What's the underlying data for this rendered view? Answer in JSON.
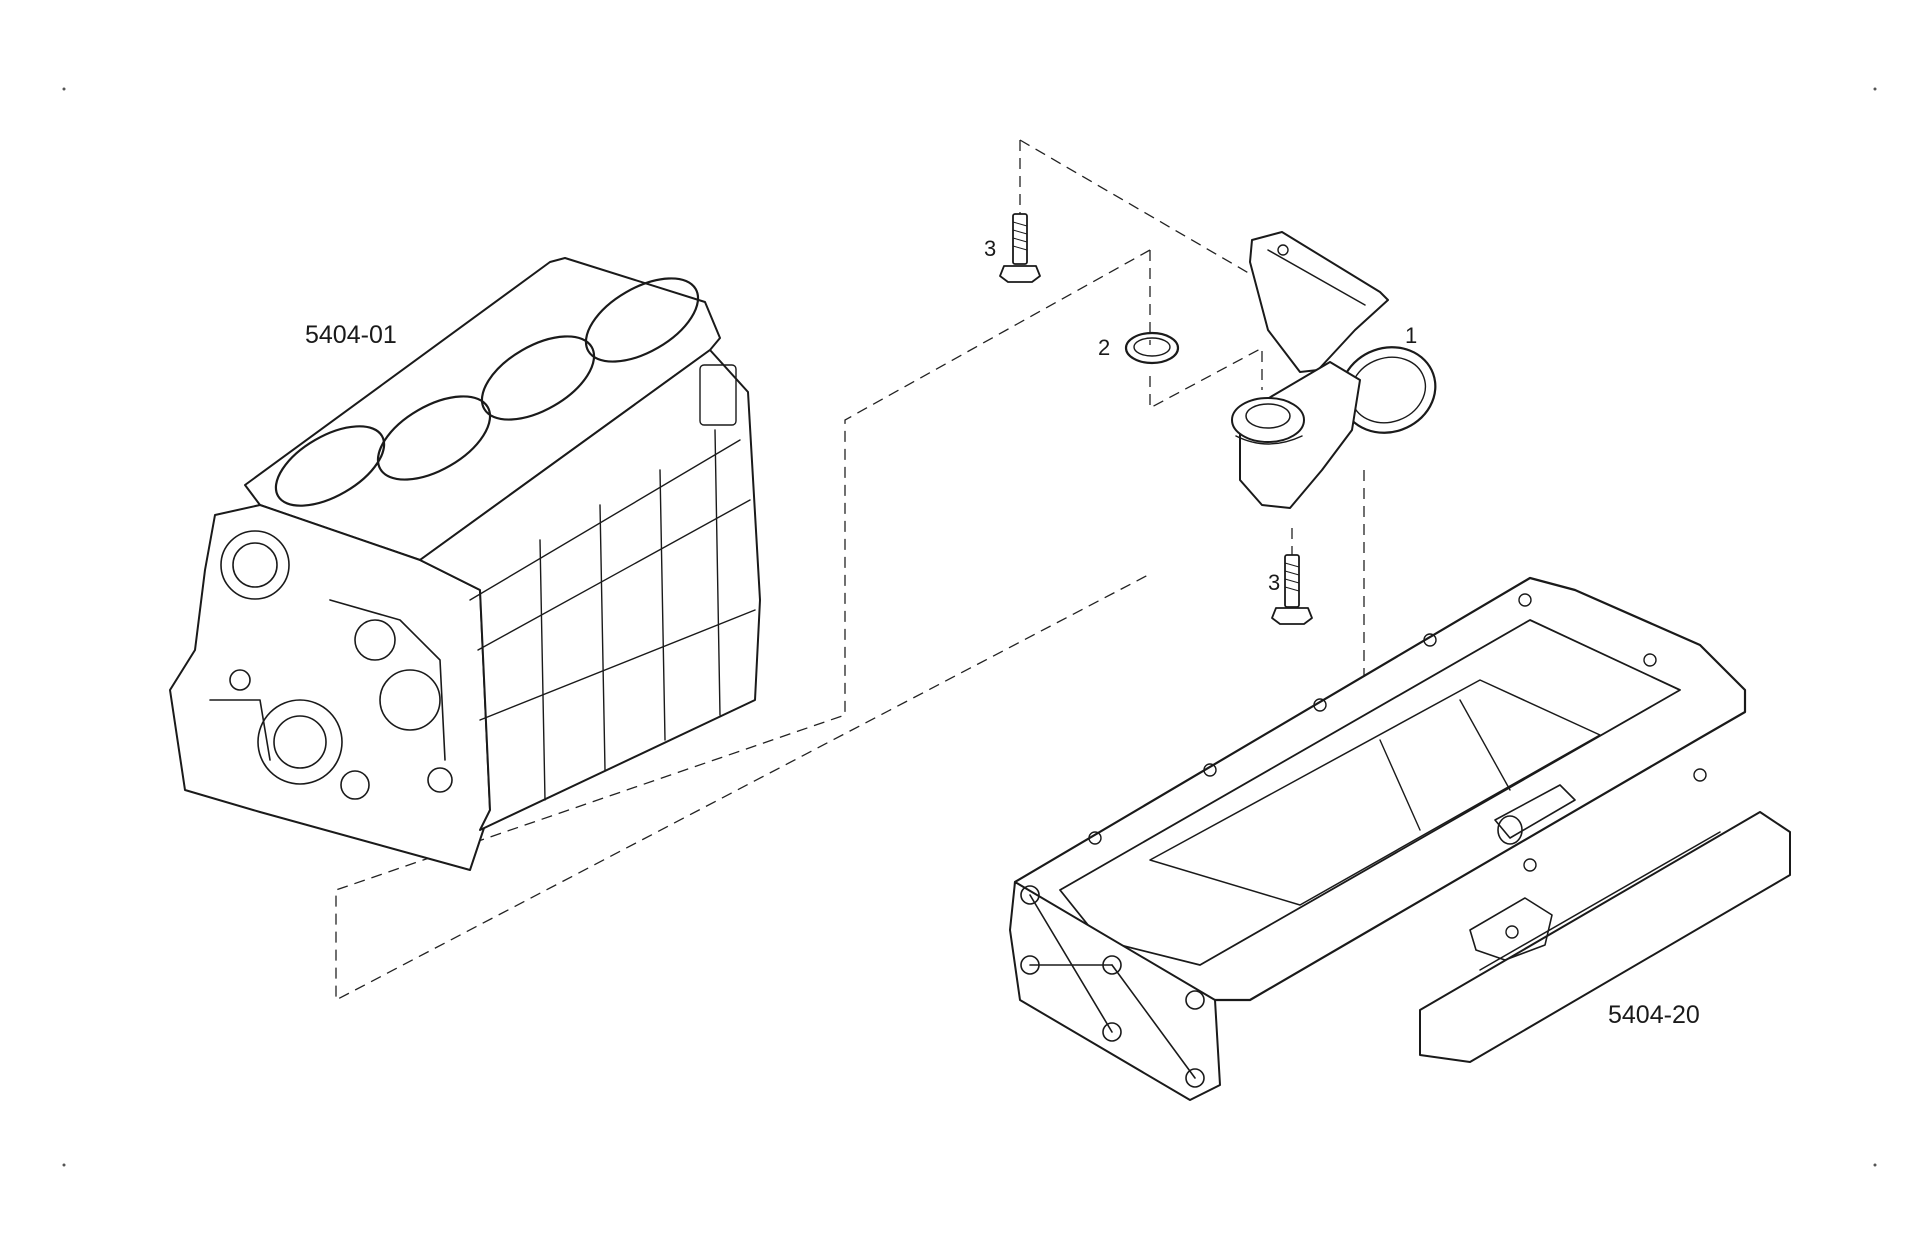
{
  "labels": {
    "engine_block": "5404-01",
    "oil_pan": "5404-20",
    "oil_pump": "1",
    "seal_ring": "2",
    "bolt_upper": "3",
    "bolt_lower": "3"
  },
  "colors": {
    "ink": "#1a1a1a",
    "background": "#ffffff"
  }
}
